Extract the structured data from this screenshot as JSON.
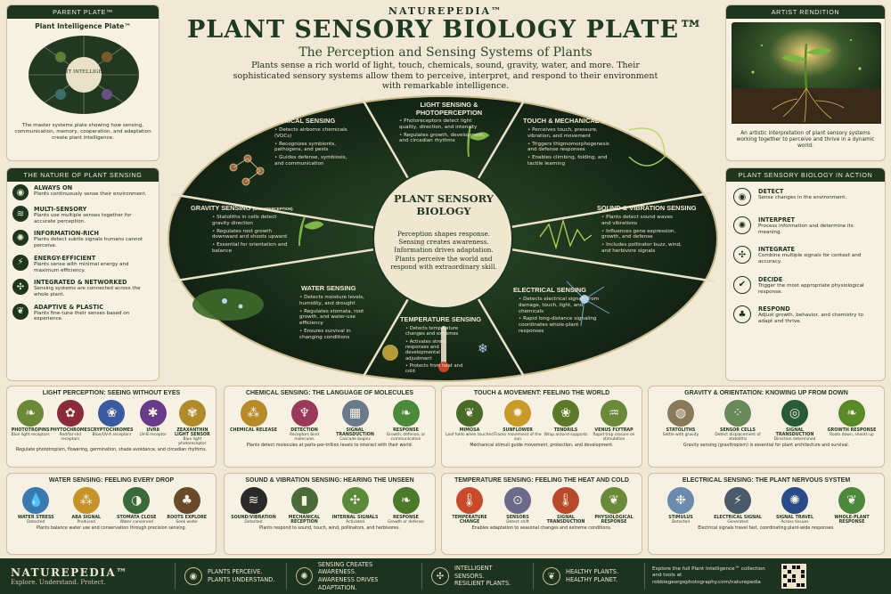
{
  "header": {
    "brand": "NATUREPEDIA™",
    "title": "PLANT SENSORY BIOLOGY PLATE™",
    "subtitle": "The Perception and Sensing Systems of Plants",
    "intro": "Plants sense a rich world of light, touch, chemicals, sound, gravity, water, and more. Their sophisticated sensory systems allow them to perceive, interpret, and respond to their environment with remarkable intelligence."
  },
  "parent_plate": {
    "header": "PARENT PLATE™",
    "title": "Plant Intelligence Plate™",
    "center_label": "PLANT INTELLIGENCE",
    "description": "The master systems plate showing how sensing, communication, memory, cooperation, and adaptation create plant intelligence."
  },
  "nature": {
    "header": "THE NATURE OF PLANT SENSING",
    "items": [
      {
        "title": "ALWAYS ON",
        "desc": "Plants continuously sense their environment.",
        "icon": "eye-icon"
      },
      {
        "title": "MULTI-SENSORY",
        "desc": "Plants use multiple senses together for accurate perception.",
        "icon": "waves-icon"
      },
      {
        "title": "INFORMATION-RICH",
        "desc": "Plants detect subtle signals humans cannot perceive.",
        "icon": "brain-icon"
      },
      {
        "title": "ENERGY-EFFICIENT",
        "desc": "Plants sense with minimal energy and maximum efficiency.",
        "icon": "bolt-icon"
      },
      {
        "title": "INTEGRATED & NETWORKED",
        "desc": "Sensing systems are connected across the whole plant.",
        "icon": "network-icon"
      },
      {
        "title": "ADAPTIVE & PLASTIC",
        "desc": "Plants fine-tune their senses based on experience.",
        "icon": "leaf-icon"
      }
    ]
  },
  "artist": {
    "header": "ARTIST RENDITION",
    "caption": "An artistic interpretation of plant sensory systems working together to perceive and thrive in a dynamic world."
  },
  "action": {
    "header": "PLANT SENSORY BIOLOGY IN ACTION",
    "items": [
      {
        "title": "DETECT",
        "desc": "Sense changes in the environment.",
        "icon": "eye-icon"
      },
      {
        "title": "INTERPRET",
        "desc": "Process information and determine its meaning.",
        "icon": "brain-icon"
      },
      {
        "title": "INTEGRATE",
        "desc": "Combine multiple signals for context and accuracy.",
        "icon": "network-icon"
      },
      {
        "title": "DECIDE",
        "desc": "Trigger the most appropriate physiological response.",
        "icon": "check-shield-icon"
      },
      {
        "title": "RESPOND",
        "desc": "Adjust growth, behavior, and chemistry to adapt and thrive.",
        "icon": "tree-icon"
      }
    ]
  },
  "center": {
    "title": "PLANT SENSORY BIOLOGY",
    "text": "Perception shapes response. Sensing creates awareness. Information drives adaptation. Plants perceive the world and respond with extraordinary skill."
  },
  "sectors": {
    "chemical": {
      "title": "CHEMICAL SENSING",
      "items": [
        "Detects airborne chemicals (VOCs)",
        "Recognizes symbionts, pathogens, and pests",
        "Guides defense, symbiosis, and communication"
      ]
    },
    "light": {
      "title": "LIGHT SENSING & PHOTOPERCEPTION",
      "items": [
        "Photoreceptors detect light quality, direction, and intensity",
        "Regulates growth, development, and circadian rhythms"
      ]
    },
    "touch": {
      "title": "TOUCH & MECHANICAL",
      "title_small": "SENSING",
      "items": [
        "Perceives touch, pressure, vibration, and movement",
        "Triggers thigmomorphogenesis and defense responses",
        "Enables climbing, folding, and tactile learning"
      ]
    },
    "gravity": {
      "title": "GRAVITY SENSING",
      "title_small": "(GRAVIPERCEPTION)",
      "items": [
        "Statoliths in cells detect gravity direction",
        "Regulates root growth downward and shoots upward",
        "Essential for orientation and balance"
      ]
    },
    "sound": {
      "title": "SOUND & VIBRATION SENSING",
      "items": [
        "Plants detect sound waves and vibrations",
        "Influences gene expression, growth, and defense",
        "Includes pollinator buzz, wind, and herbivore signals"
      ]
    },
    "water": {
      "title": "WATER SENSING",
      "items": [
        "Detects moisture levels, humidity, and drought",
        "Regulates stomata, root growth, and water-use efficiency",
        "Ensures survival in changing conditions"
      ]
    },
    "electrical": {
      "title": "ELECTRICAL SENSING",
      "items": [
        "Detects electrical signals from damage, touch, light, and chemicals",
        "Rapid long-distance signaling coordinates whole-plant responses"
      ]
    },
    "temperature": {
      "title": "TEMPERATURE SENSING",
      "items": [
        "Detects temperature changes and extremes",
        "Activates stress responses and developmental adjustment",
        "Protects from heat and cold"
      ]
    }
  },
  "strips": {
    "light": {
      "title": "LIGHT PERCEPTION: SEEING WITHOUT EYES",
      "steps": [
        {
          "label": "PHOTOTROPINS",
          "sub": "Blue light receptors"
        },
        {
          "label": "PHYTOCHROMES",
          "sub": "Red/far-red receptors"
        },
        {
          "label": "CRYPTOCHROMES",
          "sub": "Blue/UV-A receptors"
        },
        {
          "label": "UVR8",
          "sub": "UV-B receptor"
        },
        {
          "label": "ZEAXANTHIN LIGHT SENSOR",
          "sub": "Blue light photoreceptor"
        }
      ],
      "foot": "Regulate phototropism, flowering, germination, shade avoidance, and circadian rhythms."
    },
    "chemical": {
      "title": "CHEMICAL SENSING: THE LANGUAGE OF MOLECULES",
      "steps": [
        {
          "label": "CHEMICAL RELEASE",
          "sub": ""
        },
        {
          "label": "DETECTION",
          "sub": "Receptors bind molecules"
        },
        {
          "label": "SIGNAL TRANSDUCTION",
          "sub": "Cascade begins"
        },
        {
          "label": "RESPONSE",
          "sub": "Growth, defense, or communication"
        }
      ],
      "foot": "Plants detect molecules at parts-per-trillion levels to interact with their world."
    },
    "touch": {
      "title": "TOUCH & MOVEMENT: FEELING THE WORLD",
      "steps": [
        {
          "label": "MIMOSA",
          "sub": "Leaf folds when touched"
        },
        {
          "label": "SUNFLOWER",
          "sub": "Tracks movement of the sun"
        },
        {
          "label": "TENDRILS",
          "sub": "Wrap around supports"
        },
        {
          "label": "VENUS FLYTRAP",
          "sub": "Rapid trap closure on stimulation"
        }
      ],
      "foot": "Mechanical stimuli guide movement, protection, and development."
    },
    "gravity": {
      "title": "GRAVITY & ORIENTATION: KNOWING UP FROM DOWN",
      "steps": [
        {
          "label": "STATOLITHS",
          "sub": "Settle with gravity"
        },
        {
          "label": "SENSOR CELLS",
          "sub": "Detect displacement of statoliths"
        },
        {
          "label": "SIGNAL TRANSDUCTION",
          "sub": "Direction determined"
        },
        {
          "label": "GROWTH RESPONSE",
          "sub": "Roots down, shoots up"
        }
      ],
      "foot": "Gravity sensing (gravitropism) is essential for plant architecture and survival."
    },
    "water": {
      "title": "WATER SENSING: FEELING EVERY DROP",
      "steps": [
        {
          "label": "WATER STRESS",
          "sub": "Detected"
        },
        {
          "label": "ABA SIGNAL",
          "sub": "Produced"
        },
        {
          "label": "STOMATA CLOSE",
          "sub": "Water conserved"
        },
        {
          "label": "ROOTS EXPLORE",
          "sub": "Seek water"
        }
      ],
      "foot": "Plants balance water use and conservation through precision sensing."
    },
    "sound": {
      "title": "SOUND & VIBRATION SENSING: HEARING THE UNSEEN",
      "steps": [
        {
          "label": "SOUND/VIBRATION",
          "sub": "Detected"
        },
        {
          "label": "MECHANICAL RECEPTION",
          "sub": ""
        },
        {
          "label": "INTERNAL SIGNALS",
          "sub": "Activated"
        },
        {
          "label": "RESPONSE",
          "sub": "Growth or defense"
        }
      ],
      "foot": "Plants respond to sound, touch, wind, pollinators, and herbivores."
    },
    "temperature": {
      "title": "TEMPERATURE SENSING: FEELING THE HEAT AND COLD",
      "steps": [
        {
          "label": "TEMPERATURE CHANGE",
          "sub": ""
        },
        {
          "label": "SENSORS",
          "sub": "Detect shift"
        },
        {
          "label": "SIGNAL TRANSDUCTION",
          "sub": ""
        },
        {
          "label": "PHYSIOLOGICAL RESPONSE",
          "sub": ""
        }
      ],
      "foot": "Enables adaptation to seasonal changes and extreme conditions."
    },
    "electrical": {
      "title": "ELECTRICAL SENSING: THE PLANT NERVOUS SYSTEM",
      "steps": [
        {
          "label": "STIMULUS",
          "sub": "Detected"
        },
        {
          "label": "ELECTRICAL SIGNAL",
          "sub": "Generated"
        },
        {
          "label": "SIGNAL TRAVEL",
          "sub": "Across tissues"
        },
        {
          "label": "WHOLE-PLANT RESPONSE",
          "sub": ""
        }
      ],
      "foot": "Electrical signals travel fast, coordinating plant-wide responses."
    }
  },
  "footer": {
    "brand": "NATUREPEDIA™",
    "tagline": "Explore. Understand. Protect.",
    "sections": [
      {
        "line1": "PLANTS PERCEIVE.",
        "line2": "PLANTS UNDERSTAND.",
        "icon": "eye-icon"
      },
      {
        "line1": "SENSING CREATES AWARENESS.",
        "line2": "AWARENESS DRIVES ADAPTATION.",
        "icon": "brain-icon"
      },
      {
        "line1": "INTELLIGENT SENSORS.",
        "line2": "RESILIENT PLANTS.",
        "icon": "network-icon"
      },
      {
        "line1": "HEALTHY PLANTS.",
        "line2": "HEALTHY PLANET.",
        "icon": "leaf-icon"
      }
    ],
    "explore": "Explore the full Plant Intelligence™ collection and tools at robbiegeorgephotography.com/naturepedia"
  },
  "colors": {
    "dark_green": "#1f3520",
    "parchment": "#f1e9d6",
    "gold": "#d8c98f"
  }
}
